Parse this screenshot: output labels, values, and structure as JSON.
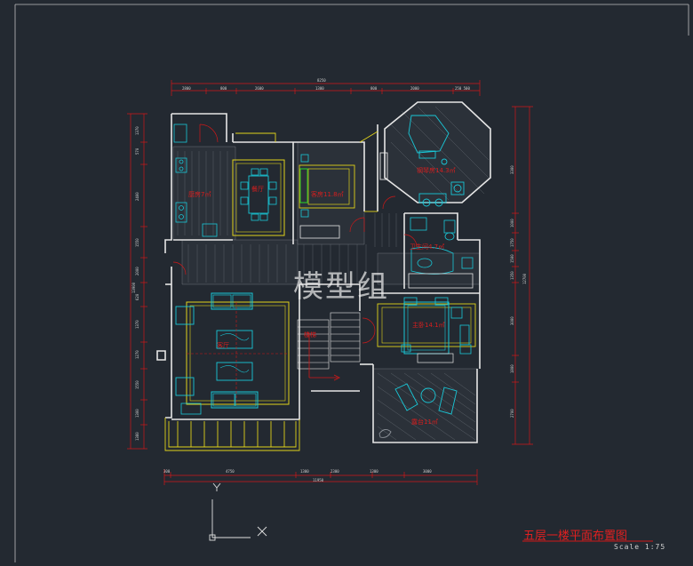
{
  "drawing": {
    "title": "五层一楼平面布置图",
    "scale": "Scale  1:75",
    "watermark": "模型组",
    "axis_x": "X",
    "axis_y": "Y"
  },
  "rooms": {
    "piano": "钢琴房14.3㎡",
    "kitchen": "厨房7㎡",
    "dining": "餐厅",
    "bedroom_nw": "客房11.8㎡",
    "bath": "卫生间4.7㎡",
    "living": "客厅",
    "master": "主卧14.1㎡",
    "stair": "楼梯",
    "terrace": "露台11㎡"
  },
  "dimensions": {
    "top_total": "8250",
    "top_segments": [
      "2800",
      "800",
      "2600",
      "1300",
      "800",
      "2000",
      "250 500"
    ],
    "bottom_total": "11950",
    "bottom_segments": [
      "300",
      "4750",
      "1300",
      "2300",
      "1300",
      "3000"
    ],
    "left_total": "13900",
    "left_segments": [
      "1370",
      "570",
      "2400",
      "1550",
      "2000",
      "620",
      "1370",
      "1270",
      "1550",
      "1300",
      "1380"
    ],
    "right_total": "12700",
    "right_segments": [
      "3300",
      "1000",
      "1750",
      "1500",
      "1350",
      "3000",
      "1800",
      "2700"
    ]
  },
  "colors": {
    "background": "#232931",
    "wall": "#e6e6e6",
    "furniture_cyan": "#19c8d8",
    "furniture_yellow": "#e0d21a",
    "label_red": "#d81e1e",
    "dim_red": "#d01818",
    "green": "#28d628",
    "magenta": "#d020d0"
  }
}
